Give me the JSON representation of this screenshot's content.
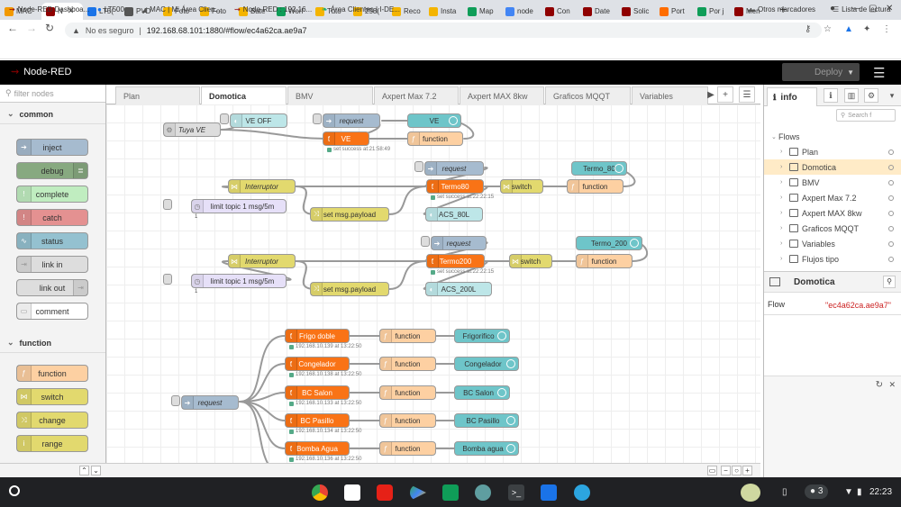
{
  "browser": {
    "tabs": [
      {
        "label": "MAC",
        "color": "#f29900"
      },
      {
        "label": "N",
        "color": "#8f0000"
      },
      {
        "label": "LT5(",
        "color": "#1a73e8"
      },
      {
        "label": "PVD",
        "color": "#555555"
      },
      {
        "label": "Foto",
        "color": "#f4b400"
      },
      {
        "label": "Foto",
        "color": "#f4b400"
      },
      {
        "label": "Bate",
        "color": "#f4b400"
      },
      {
        "label": "Worl",
        "color": "#0f9d58"
      },
      {
        "label": "Tuto",
        "color": "#f4b400"
      },
      {
        "label": "258(",
        "color": "#f4b400"
      },
      {
        "label": "Reco",
        "color": "#f4b400"
      },
      {
        "label": "Insta",
        "color": "#f4b400"
      },
      {
        "label": "Map",
        "color": "#0f9d58"
      },
      {
        "label": "node",
        "color": "#4285f4"
      },
      {
        "label": "Con",
        "color": "#8f0000"
      },
      {
        "label": "Date",
        "color": "#8f0000"
      },
      {
        "label": "Solic",
        "color": "#8f0000"
      },
      {
        "label": "Port",
        "color": "#ff6d00"
      },
      {
        "label": "Por j",
        "color": "#0f9d58"
      },
      {
        "label": "Men",
        "color": "#8f0000"
      }
    ],
    "new_tab": "+",
    "not_secure": "No es seguro",
    "url": "192.168.68.101:1880/#flow/ec4a62ca.ae9a7",
    "bookmarks": [
      "Node-RED Dashboa...",
      "LT500",
      "MAC | Mi Área Clien...",
      "Node-RED : 192.16...",
      "Área Clientes | I-DE..."
    ],
    "other_bookmarks": "Otros marcadores",
    "reading_list": "Lista de lectura"
  },
  "nodered": {
    "title": "Node-RED",
    "deploy": "Deploy",
    "filter_placeholder": "filter nodes",
    "categories": [
      {
        "name": "common",
        "nodes": [
          {
            "label": "inject",
            "color": "#a6bbcf",
            "icon": "arrow-right"
          },
          {
            "label": "debug",
            "color": "#87a980",
            "icon": "list",
            "right": true
          },
          {
            "label": "complete",
            "color": "#c0edc0",
            "icon": "exclamation"
          },
          {
            "label": "catch",
            "color": "#e49191",
            "icon": "exclamation"
          },
          {
            "label": "status",
            "color": "#94c1d0",
            "icon": "pulse"
          },
          {
            "label": "link in",
            "color": "#dddddd",
            "icon": "link"
          },
          {
            "label": "link out",
            "color": "#dddddd",
            "icon": "link",
            "right": true
          },
          {
            "label": "comment",
            "color": "#ffffff",
            "icon": "comment"
          }
        ]
      },
      {
        "name": "function",
        "nodes": [
          {
            "label": "function",
            "color": "#fdd0a2",
            "icon": "f"
          },
          {
            "label": "switch",
            "color": "#e2d96e",
            "icon": "switch"
          },
          {
            "label": "change",
            "color": "#e2d96e",
            "icon": "change"
          },
          {
            "label": "range",
            "color": "#e2d96e",
            "icon": "range"
          }
        ]
      }
    ],
    "workspace_tabs": [
      "Plan",
      "Domotica",
      "BMV",
      "Axpert Max 7.2",
      "Axpert MAX 8kw",
      "Graficos MQQT",
      "Variables"
    ],
    "active_tab": "Domotica",
    "canvas_nodes": {
      "tuya": "Tuya VE",
      "ve_off": "VE OFF",
      "request": "request",
      "ve": "VE",
      "ve_gauge": "VE",
      "function": "function",
      "ve_status": "set success at:21:58:49",
      "interruptor": "Interruptor",
      "limit": "limit topic 1 msg/5m",
      "set_payload": "set msg.payload",
      "termo80": "Termo80",
      "termo80_status": "set success at:22:22:15",
      "switch": "switch",
      "termo_80": "Termo_80",
      "acs_80": "ACS_80L",
      "termo200": "Termo200",
      "termo200_status": "set success at:22:22:15",
      "termo_200": "Termo_200",
      "acs_200": "ACS_200L",
      "count": "1",
      "frigo": "Frigo doble",
      "frigo_status": "192.168.10.139 at 13:22:50",
      "frigorifico": "Frigorifico",
      "congelador": "Congelador",
      "congelador_status": "192.168.10.138 at 13:22:50",
      "bc_salon": "BC Salon",
      "bc_salon_status": "192.168.10.133 at 13:22:50",
      "bc_pasillo": "BC Pasillo",
      "bc_pasillo_status": "192.168.10.134 at 13:22:50",
      "bomba": "Bomba Agua",
      "bomba_status": "192.168.10.136 at 13:22:50",
      "bomba_gauge": "Bomba agua"
    },
    "sidebar": {
      "tab": "info",
      "search_placeholder": "Search f",
      "flows_label": "Flows",
      "flows": [
        "Plan",
        "Domotica",
        "BMV",
        "Axpert Max 7.2",
        "Axpert MAX 8kw",
        "Graficos MQQT",
        "Variables",
        "Flujos tipo"
      ],
      "selected": "Domotica",
      "section_title": "Domotica",
      "prop_key": "Flow",
      "prop_value": "\"ec4a62ca.ae9a7\""
    }
  },
  "taskbar": {
    "notifications": "3",
    "time": "22:23"
  }
}
